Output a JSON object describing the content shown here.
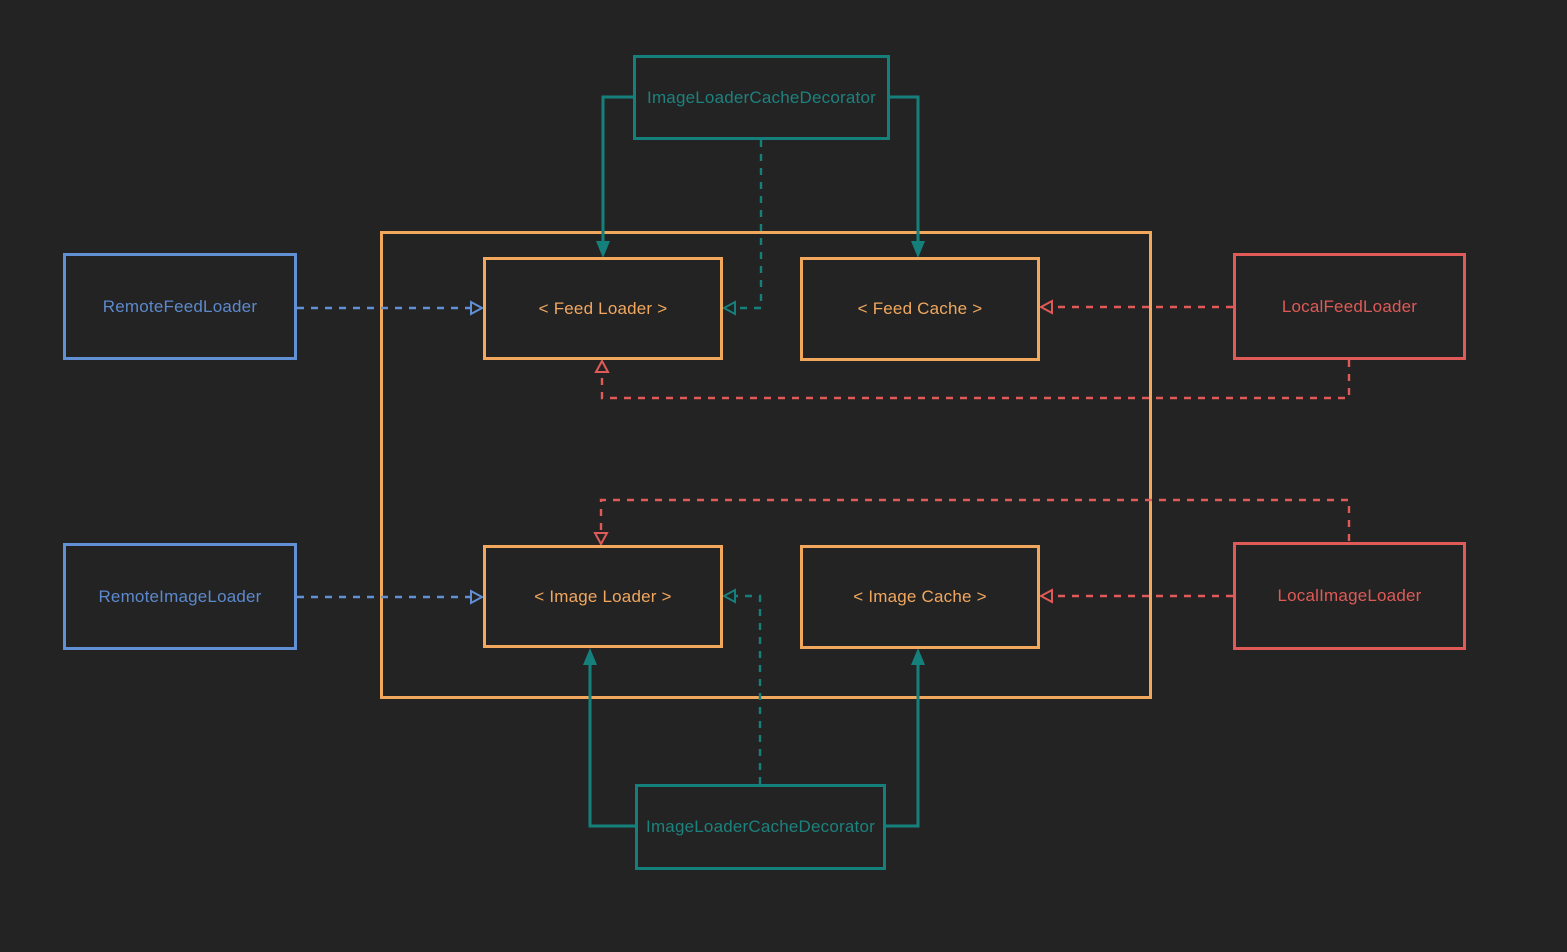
{
  "palette": {
    "background": "#232323",
    "teal": "#15807b",
    "orange": "#f2a85c",
    "blue": "#6190d5",
    "red": "#e05a57"
  },
  "nodes": {
    "decorator_top": {
      "label": "ImageLoaderCacheDecorator"
    },
    "remote_feed_loader": {
      "label": "RemoteFeedLoader"
    },
    "feed_loader": {
      "label": "< Feed Loader >"
    },
    "feed_cache": {
      "label": "< Feed Cache >"
    },
    "local_feed_loader": {
      "label": "LocalFeedLoader"
    },
    "remote_image_loader": {
      "label": "RemoteImageLoader"
    },
    "image_loader": {
      "label": "< Image Loader >"
    },
    "image_cache": {
      "label": "< Image Cache >"
    },
    "local_image_loader": {
      "label": "LocalImageLoader"
    },
    "decorator_bottom": {
      "label": "ImageLoaderCacheDecorator"
    }
  },
  "edges": [
    {
      "from": "decorator_top",
      "to": "feed_loader",
      "style": "solid",
      "color": "teal",
      "arrow": "filled"
    },
    {
      "from": "decorator_top",
      "to": "feed_cache",
      "style": "solid",
      "color": "teal",
      "arrow": "filled"
    },
    {
      "from": "decorator_top",
      "to": "feed_loader",
      "style": "dashed",
      "color": "teal",
      "arrow": "open"
    },
    {
      "from": "remote_feed_loader",
      "to": "feed_loader",
      "style": "dashed",
      "color": "blue",
      "arrow": "open"
    },
    {
      "from": "local_feed_loader",
      "to": "feed_cache",
      "style": "dashed",
      "color": "red",
      "arrow": "open"
    },
    {
      "from": "local_feed_loader",
      "to": "feed_loader",
      "style": "dashed",
      "color": "red",
      "arrow": "open"
    },
    {
      "from": "remote_image_loader",
      "to": "image_loader",
      "style": "dashed",
      "color": "blue",
      "arrow": "open"
    },
    {
      "from": "local_image_loader",
      "to": "image_cache",
      "style": "dashed",
      "color": "red",
      "arrow": "open"
    },
    {
      "from": "local_image_loader",
      "to": "image_loader",
      "style": "dashed",
      "color": "red",
      "arrow": "open"
    },
    {
      "from": "decorator_bottom",
      "to": "image_loader",
      "style": "solid",
      "color": "teal",
      "arrow": "filled"
    },
    {
      "from": "decorator_bottom",
      "to": "image_cache",
      "style": "solid",
      "color": "teal",
      "arrow": "filled"
    },
    {
      "from": "decorator_bottom",
      "to": "image_loader",
      "style": "dashed",
      "color": "teal",
      "arrow": "open"
    }
  ]
}
